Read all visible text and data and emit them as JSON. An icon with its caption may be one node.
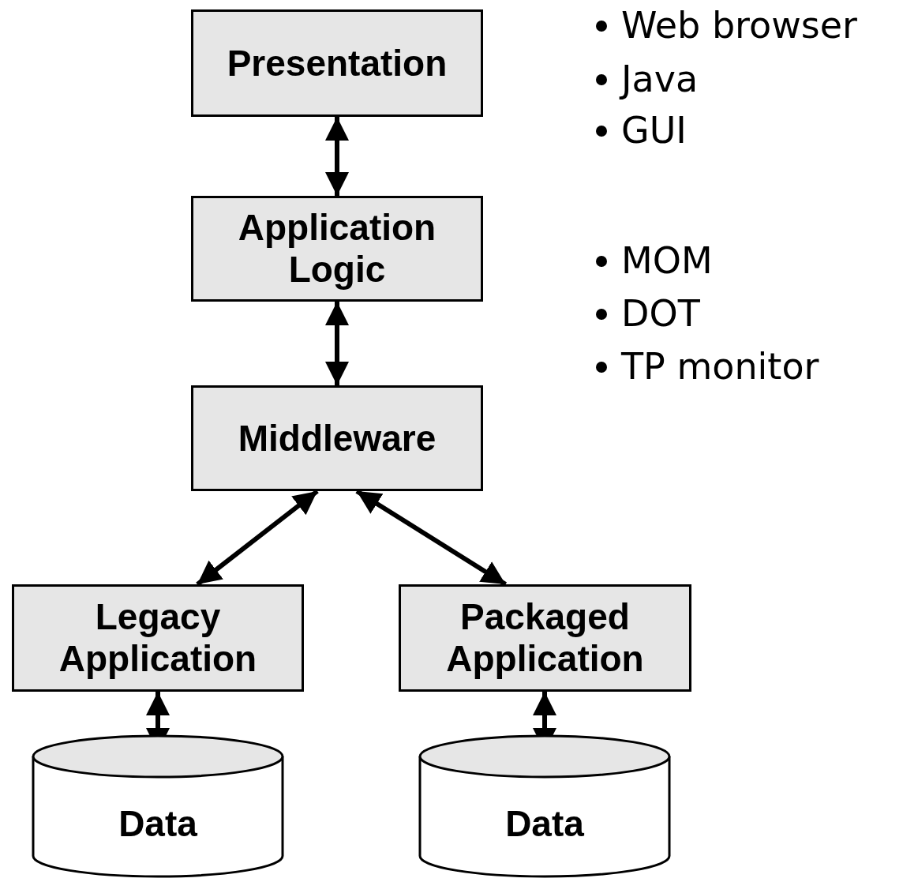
{
  "diagram": {
    "nodes": [
      {
        "text": [
          "Presentation"
        ]
      },
      {
        "text": [
          "Application Logic"
        ]
      },
      {
        "text": [
          "Middleware"
        ]
      },
      {
        "text": [
          "Legacy Application"
        ]
      },
      {
        "text": [
          "Packaged Application"
        ]
      },
      {
        "text": [
          "Data"
        ]
      },
      {
        "text": [
          "Data"
        ]
      }
    ],
    "edges": [
      {
        "from": 0,
        "to": 1,
        "arrow": "both"
      },
      {
        "from": 1,
        "to": 2,
        "arrow": "both"
      },
      {
        "from": 2,
        "to": 3,
        "arrow": "both"
      },
      {
        "from": 2,
        "to": 4,
        "arrow": "both"
      },
      {
        "from": 3,
        "to": 5,
        "arrow": "both"
      },
      {
        "from": 4,
        "to": 6,
        "arrow": "both"
      }
    ],
    "labels": [
      "Web browser",
      "Java",
      "GUI",
      "MOM",
      "DOT",
      "TP monitor"
    ]
  }
}
